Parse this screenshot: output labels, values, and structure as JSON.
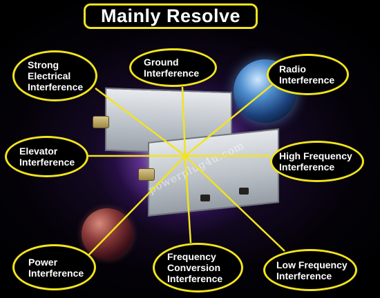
{
  "title": "Mainly Resolve",
  "watermark": "powerplug4u.com",
  "colors": {
    "accent": "#f2e41d",
    "bubble_fill": "#000000",
    "text": "#ffffff"
  },
  "bubbles": {
    "strong": "Strong\nElectrical\nInterference",
    "ground": "Ground\nInterference",
    "radio": "Radio\nInterference",
    "elevator": "Elevator\nInterference",
    "high_frequency": "High Frequency\nInterference",
    "power": "Power\nInterference",
    "frequency_conversion": "Frequency\nConversion\nInterference",
    "low_frequency": "Low Frequency\nInterference"
  }
}
